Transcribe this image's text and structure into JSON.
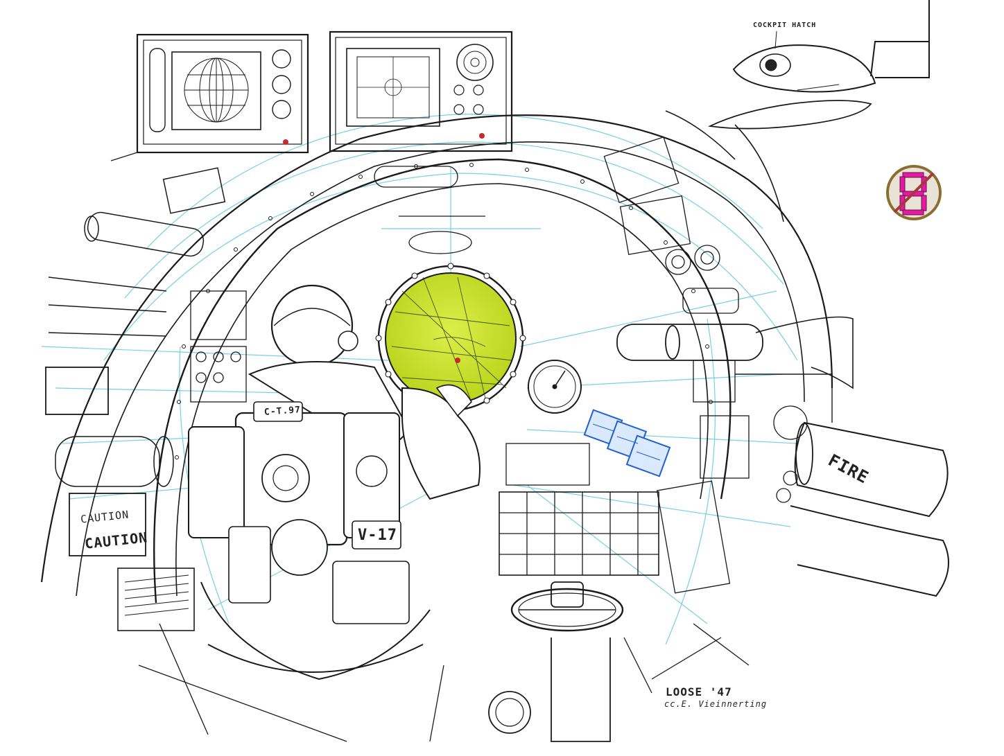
{
  "title": "",
  "labels": {
    "cockpit_hatch": "COCKPIT HATCH",
    "caution_small": "CAUTION",
    "caution_large": "CAUTION",
    "suit_code_top": "C-T.97",
    "suit_code_bottom": "V-17",
    "fire": "FIRE"
  },
  "signature": {
    "name": "LOOSE '47",
    "credit": "cc.E. Vieinnerting"
  },
  "colors": {
    "ink": "#1a1a1a",
    "construction_lines": "#5ec8e0",
    "porthole_fill": "#c9e21b",
    "screen_blue": "#1f5fd1",
    "no_sign_red": "#a33a3a",
    "no_sign_digit": "#e21ba0"
  },
  "icons": [
    "globe-radar-icon",
    "gauge-icon",
    "steering-wheel-icon",
    "no-sign-icon",
    "seven-segment-digit-icon"
  ]
}
